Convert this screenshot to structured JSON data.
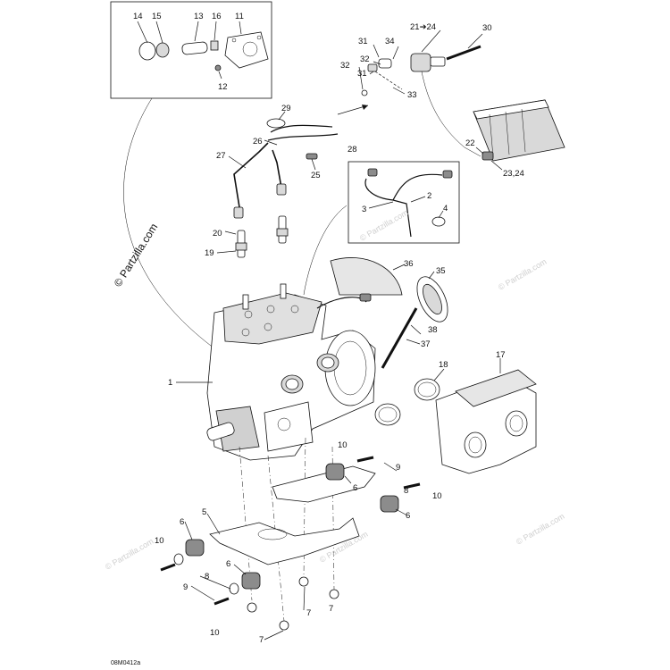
{
  "watermark": {
    "main": "© Partzilla.com",
    "faint": "© Partzilla.com"
  },
  "figure_code": "08M0412a",
  "callouts": {
    "c1": "1",
    "c2": "2",
    "c3": "3",
    "c4": "4",
    "c5": "5",
    "c6a": "6",
    "c6b": "6",
    "c6c": "6",
    "c6d": "6",
    "c7a": "7",
    "c7b": "7",
    "c7c": "7",
    "c8a": "8",
    "c8b": "8",
    "c9a": "9",
    "c9b": "9",
    "c10a": "10",
    "c10b": "10",
    "c10c": "10",
    "c10d": "10",
    "c11": "11",
    "c12": "12",
    "c13": "13",
    "c14": "14",
    "c15": "15",
    "c16": "16",
    "c17": "17",
    "c18": "18",
    "c19": "19",
    "c20": "20",
    "c21": "21➔24",
    "c22": "22",
    "c23": "23,24",
    "c25": "25",
    "c26": "26",
    "c27": "27",
    "c28": "28",
    "c29": "29",
    "c30": "30",
    "c31a": "31",
    "c31b": "31",
    "c32a": "32",
    "c32b": "32",
    "c33": "33",
    "c34": "34",
    "c35": "35",
    "c36": "36",
    "c37": "37",
    "c38": "38"
  }
}
